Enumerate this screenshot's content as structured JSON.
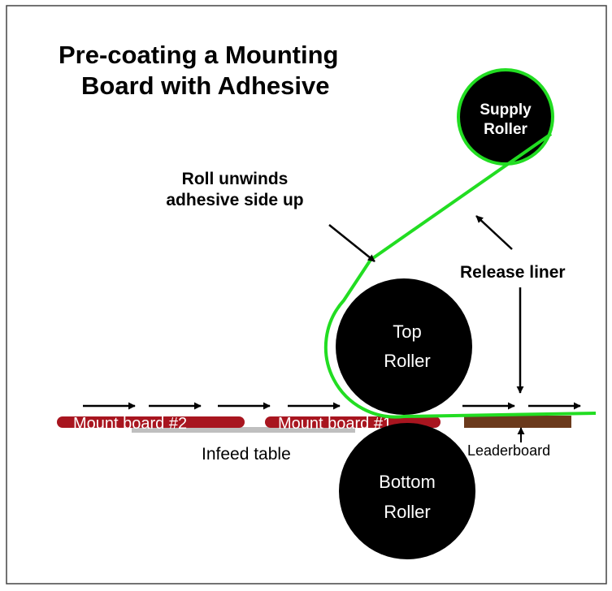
{
  "title": {
    "line1": "Pre-coating a Mounting",
    "line2": "Board with Adhesive"
  },
  "rollers": {
    "supply": {
      "line1": "Supply",
      "line2": "Roller"
    },
    "top": {
      "line1": "Top",
      "line2": "Roller"
    },
    "bottom": {
      "line1": "Bottom",
      "line2": "Roller"
    }
  },
  "annotations": {
    "roll_unwinds_line1": "Roll unwinds",
    "roll_unwinds_line2": "adhesive side up",
    "release_liner": "Release liner",
    "infeed_table": "Infeed table",
    "leaderboard": "Leaderboard"
  },
  "boards": {
    "board2": "Mount board #2",
    "board1": "Mount board #1"
  },
  "colors": {
    "film": "#22dd22",
    "roller": "#000000",
    "mount_board": "#a8151f",
    "infeed_table": "#bfbfbf",
    "leaderboard": "#6b3a1c",
    "frame_border": "#444444"
  }
}
